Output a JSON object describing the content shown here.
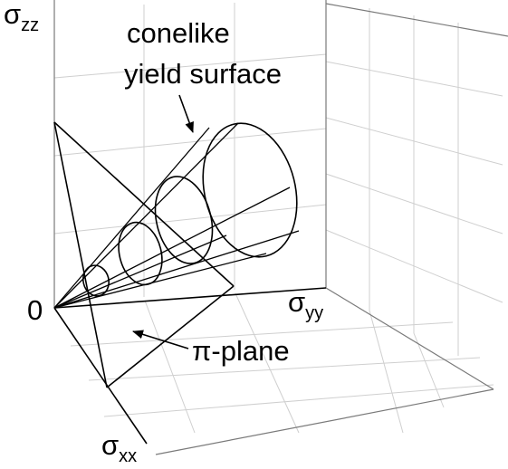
{
  "axes": {
    "z": {
      "symbol": "σ",
      "subscript": "zz"
    },
    "y": {
      "symbol": "σ",
      "subscript": "yy"
    },
    "x": {
      "symbol": "σ",
      "subscript": "xx"
    },
    "origin": "0"
  },
  "annotations": {
    "cone_line1": "conelike",
    "cone_line2": "yield surface",
    "pi_plane": "π-plane"
  }
}
